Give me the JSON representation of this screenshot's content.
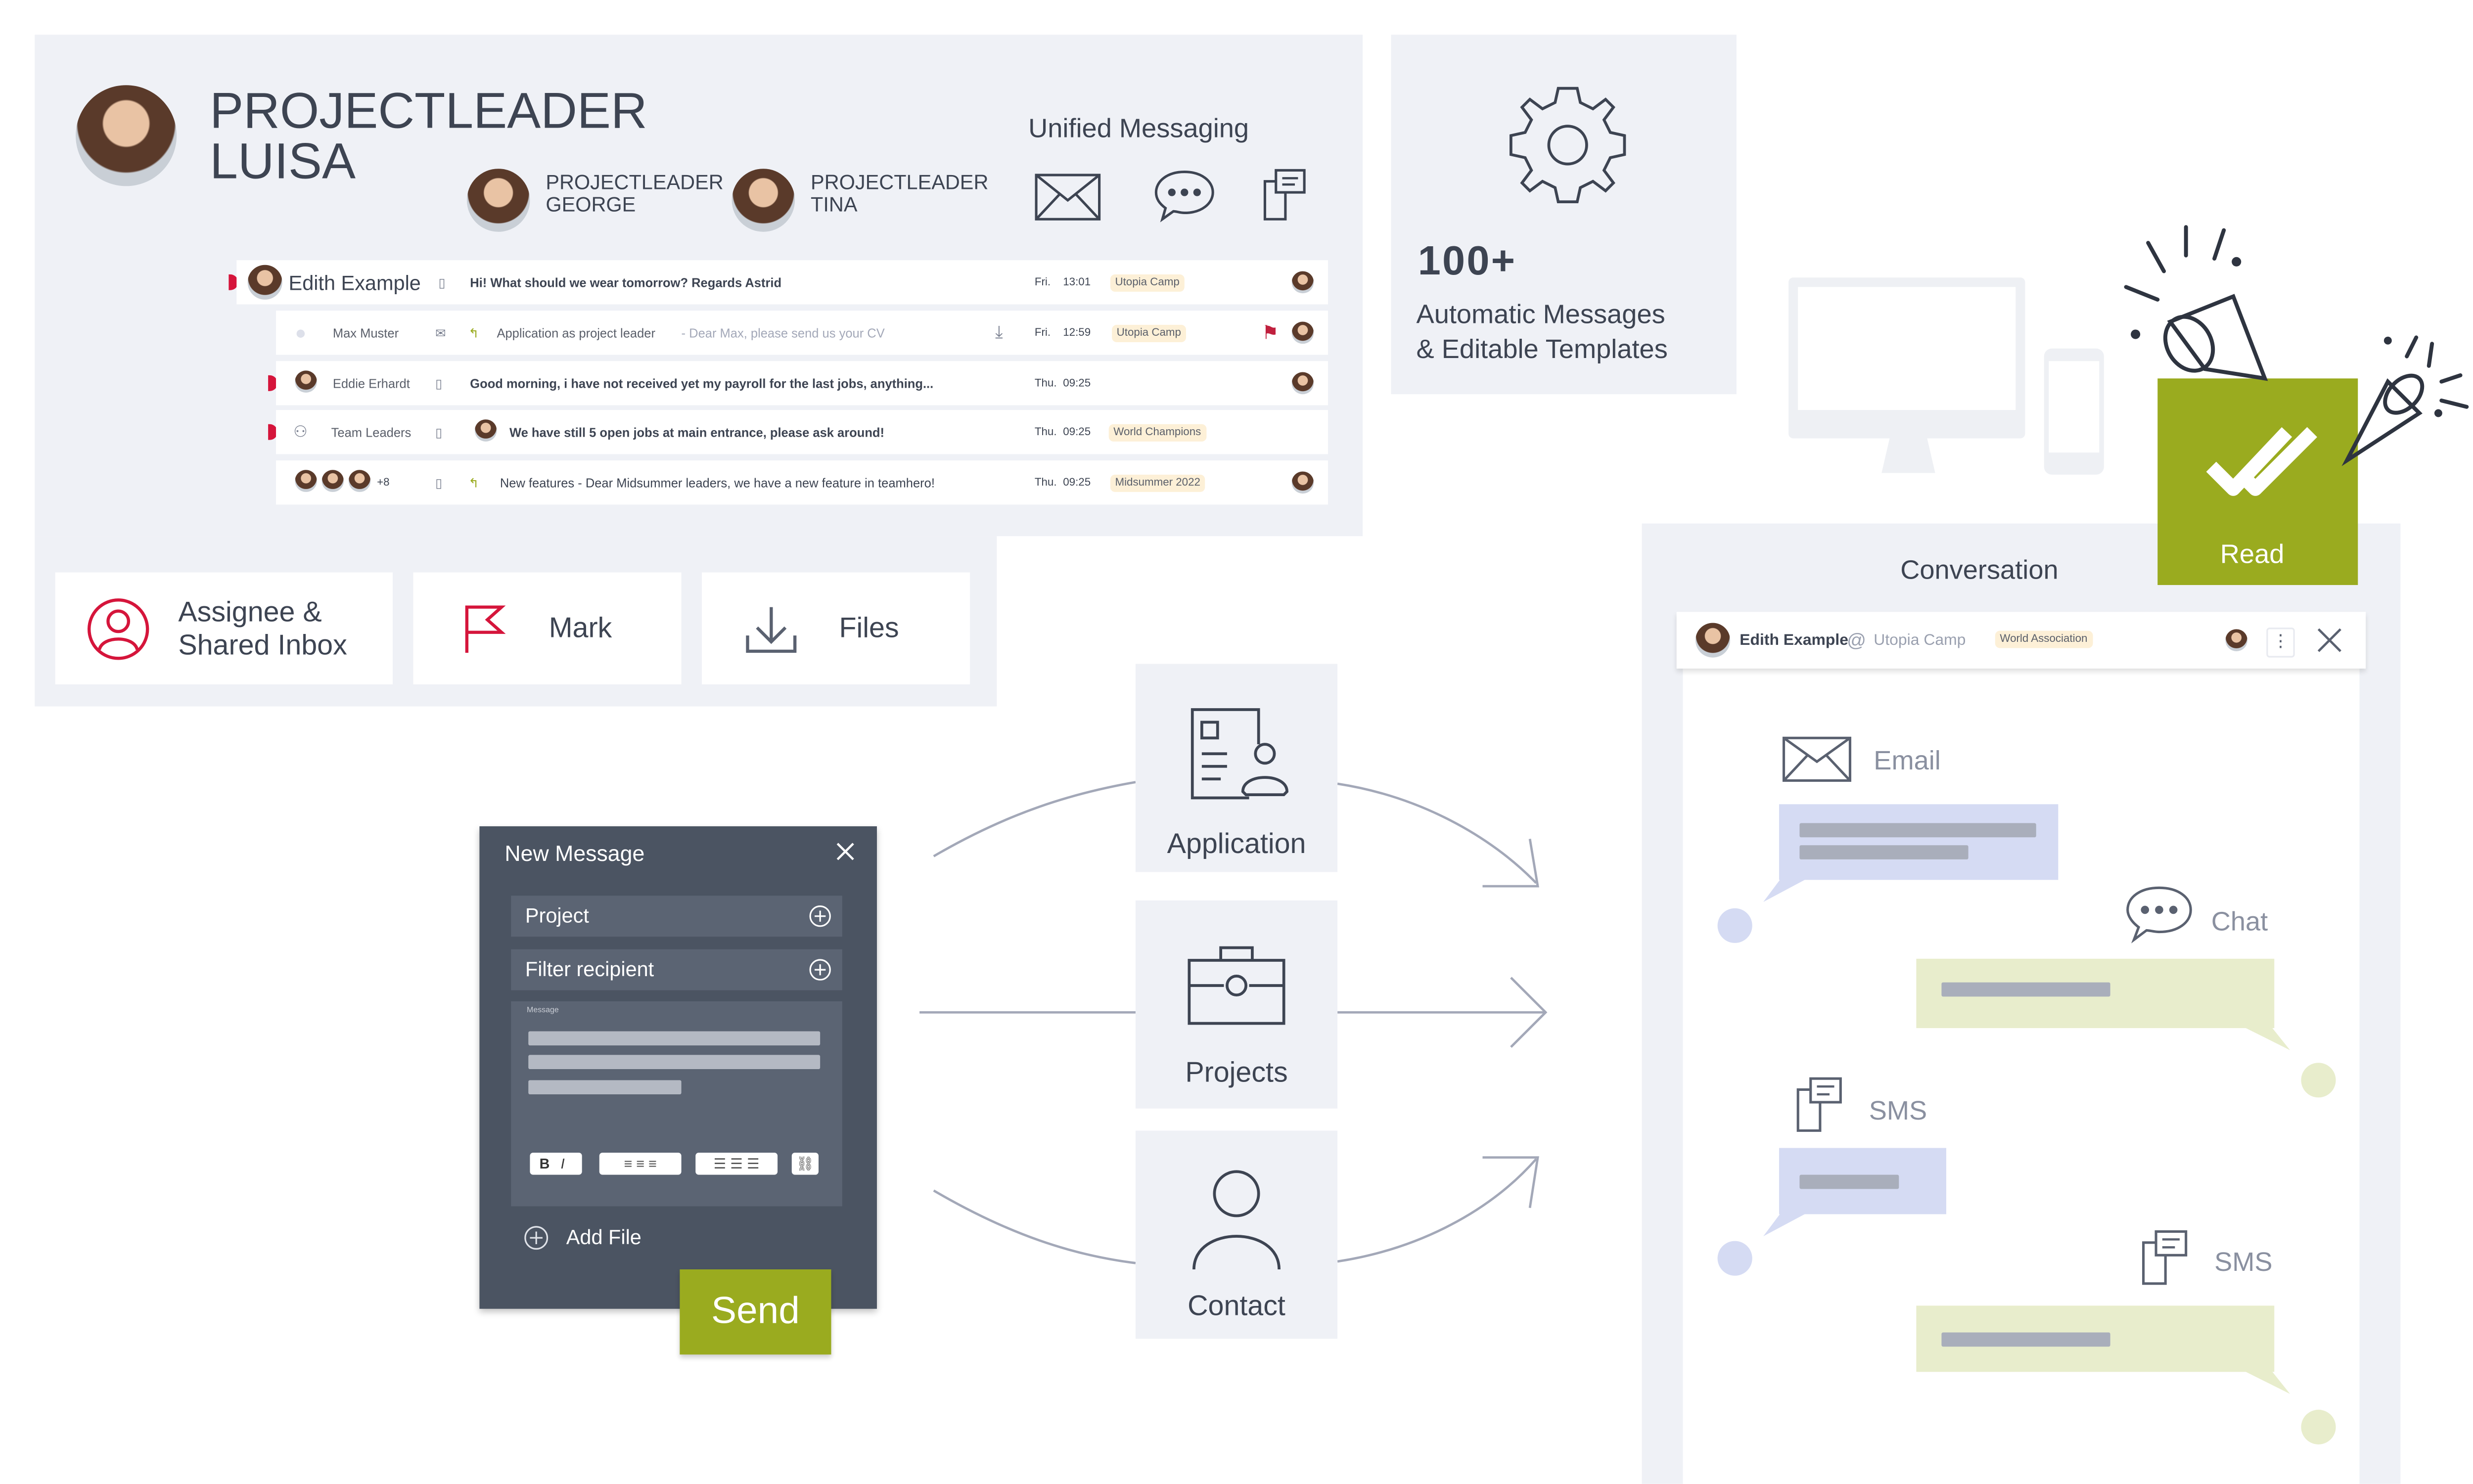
{
  "profile": {
    "title_line1": "PROJECTLEADER",
    "title_line2": "LUISA"
  },
  "leaders": [
    {
      "line1": "PROJECTLEADER",
      "line2": "GEORGE"
    },
    {
      "line1": "PROJECTLEADER",
      "line2": "TINA"
    }
  ],
  "unified_messaging": {
    "title": "Unified Messaging"
  },
  "inbox": [
    {
      "sender": "Edith Example",
      "subject": "Hi! What should we wear tomorrow? Regards Astrid",
      "day": "Fri.",
      "time": "13:01",
      "tag": "Utopia Camp"
    },
    {
      "sender": "Max Muster",
      "subject": "Application as project leader",
      "preview": "- Dear Max, please send us your CV",
      "day": "Fri.",
      "time": "12:59",
      "tag": "Utopia Camp"
    },
    {
      "sender": "Eddie Erhardt",
      "subject": "Good morning, i have not received yet my payroll for the last jobs, anything...",
      "day": "Thu.",
      "time": "09:25"
    },
    {
      "sender": "Team Leaders",
      "subject": "We have still 5 open jobs at main entrance, please ask around!",
      "day": "Thu.",
      "time": "09:25",
      "tag": "World Champions"
    },
    {
      "sender": "+8",
      "subject": "New features - Dear Midsummer leaders, we have a new feature in teamhero!",
      "day": "Thu.",
      "time": "09:25",
      "tag": "Midsummer 2022"
    }
  ],
  "features": {
    "assignee_line1": "Assignee &",
    "assignee_line2": "Shared Inbox",
    "mark": "Mark",
    "files": "Files"
  },
  "templates": {
    "count": "100+",
    "line1": "Automatic Messages",
    "line2": "& Editable Templates"
  },
  "read": {
    "label": "Read"
  },
  "conversation": {
    "title": "Conversation",
    "contact": "Edith Example",
    "at": "@",
    "org": "Utopia Camp",
    "tag": "World Association",
    "channels": {
      "email": "Email",
      "chat": "Chat",
      "sms1": "SMS",
      "sms2": "SMS"
    }
  },
  "center": {
    "application": "Application",
    "projects": "Projects",
    "contact": "Contact"
  },
  "new_message": {
    "title": "New Message",
    "project": "Project",
    "filter": "Filter recipient",
    "message_label": "Message",
    "bold": "B",
    "italic": "I",
    "add_file": "Add File",
    "send": "Send"
  }
}
